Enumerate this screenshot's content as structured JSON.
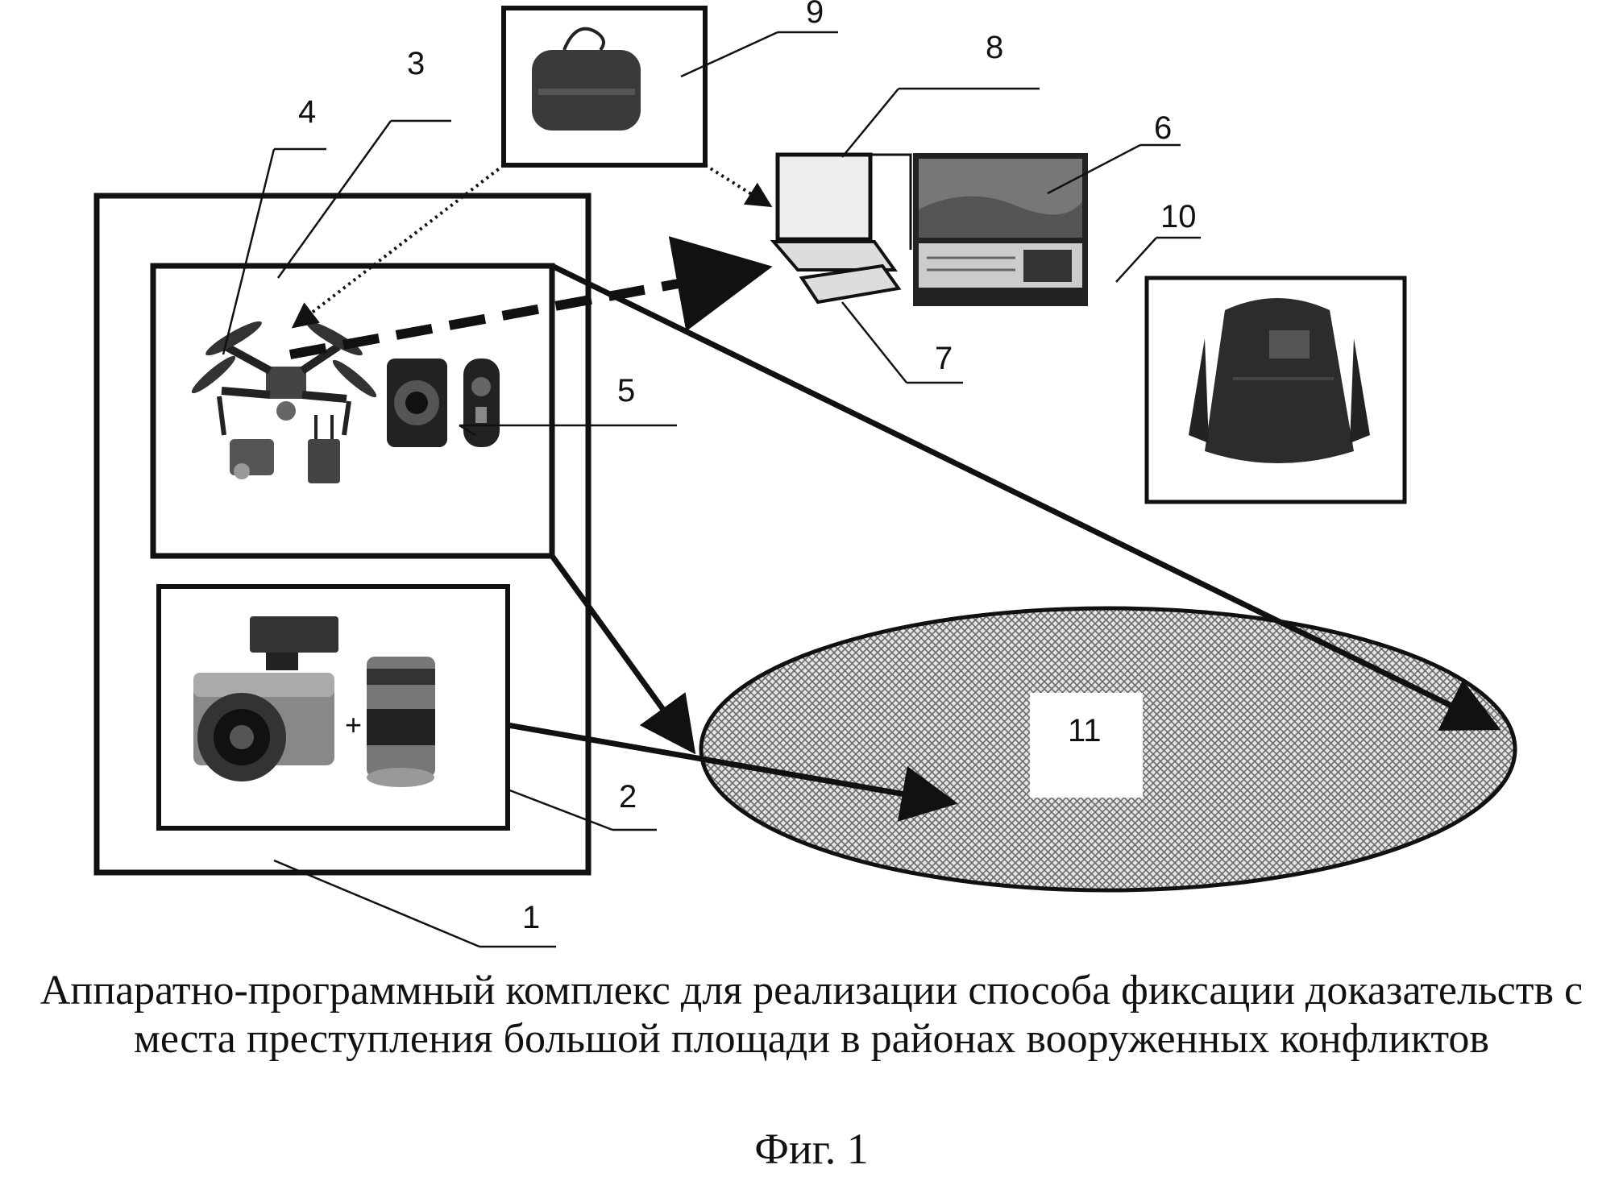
{
  "labels": {
    "n1": "1",
    "n2": "2",
    "n3": "3",
    "n4": "4",
    "n5": "5",
    "n6": "6",
    "n7": "7",
    "n8": "8",
    "n9": "9",
    "n10": "10",
    "n11": "11"
  },
  "caption": "Аппаратно-программный комплекс для реализации способа фиксации доказательств с места преступления большой площади в районах вооруженных конфликтов",
  "figure_label": "Фиг. 1",
  "colors": {
    "ink": "#111111",
    "hatch": "#777777"
  },
  "icons": [
    "drone-icon",
    "action-camera-icon",
    "camera-icon",
    "flash-icon",
    "lens-icon",
    "laptop-icon",
    "monitor-icon",
    "tablet-icon",
    "case-icon",
    "backpack-icon"
  ]
}
